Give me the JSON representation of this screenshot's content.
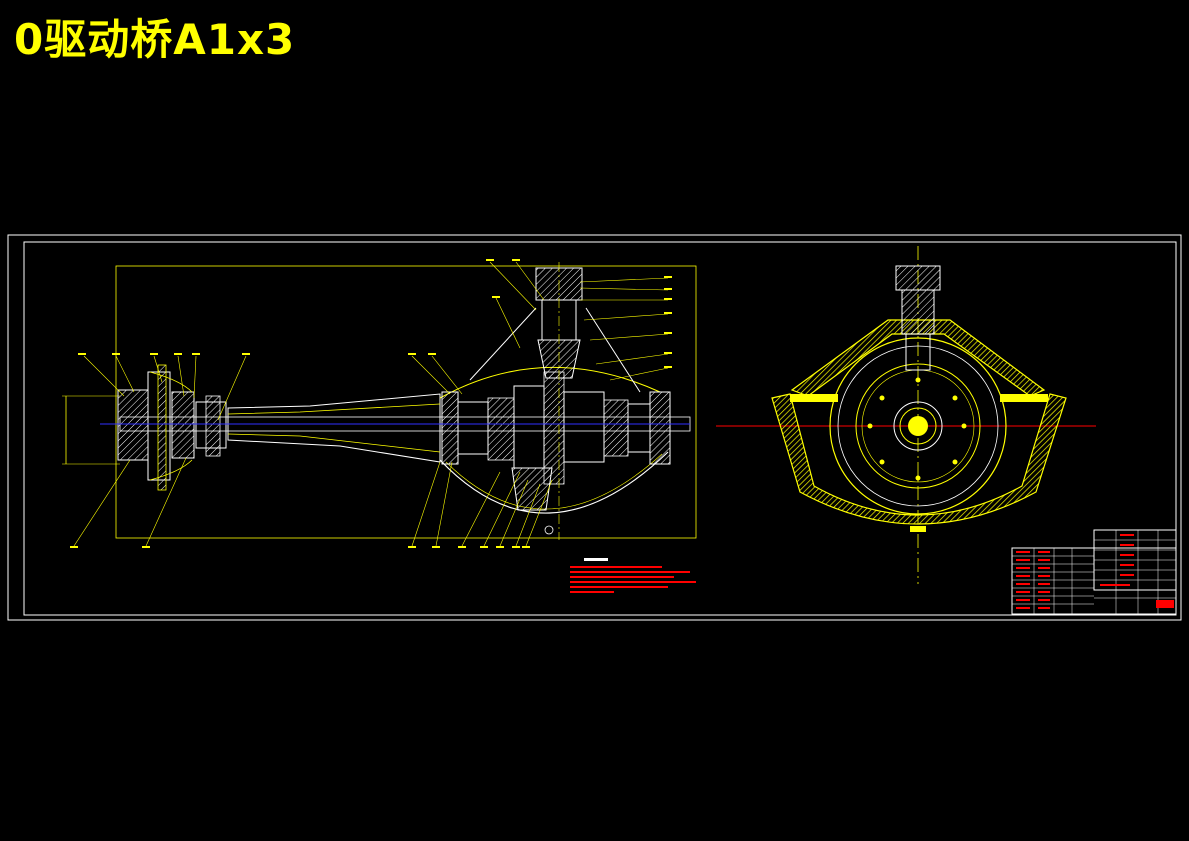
{
  "page_title": "0驱动桥A1x3",
  "colors": {
    "background": "#000000",
    "title": "#ffff00",
    "frame": "#ffffff",
    "outline": "#ffff00",
    "centerline": "#3030ff",
    "axis_line": "#ff0000",
    "notes_text": "#ff0000",
    "hatch": "#ffffff",
    "hub": "#ffff00"
  },
  "views": [
    {
      "name": "main-section-view",
      "description_shown": false
    },
    {
      "name": "side-view",
      "description_shown": false
    }
  ],
  "technical_requirements": {
    "heading": "技术要求",
    "line_count": 6
  },
  "title_block": {
    "visible": true
  }
}
